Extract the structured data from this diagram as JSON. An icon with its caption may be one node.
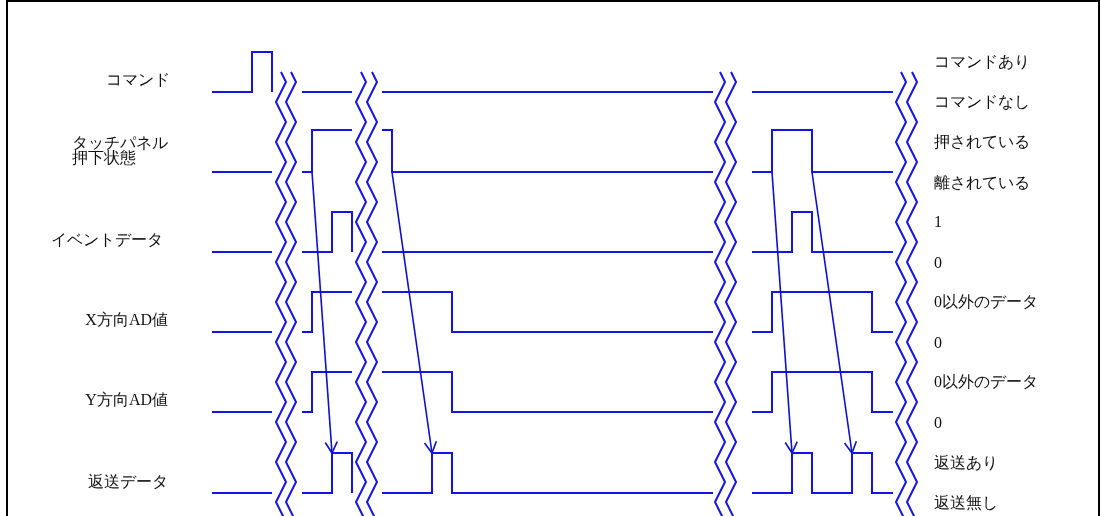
{
  "diagram": {
    "nodes": [
      {
        "text": [],
        "shape": "line"
      },
      {
        "text": [],
        "shape": "line"
      },
      {
        "text": [],
        "shape": "line"
      },
      {
        "text": [],
        "shape": "line"
      },
      {
        "text": [],
        "shape": "line"
      },
      {
        "text": [],
        "shape": "line"
      }
    ],
    "edges": [
      {
        "from": 0,
        "to": 3,
        "arrow": "to"
      },
      {
        "from": 1,
        "to": 4,
        "arrow": "to"
      },
      {
        "from": 2,
        "to": 5,
        "arrow": "to"
      },
      {
        "from": 2,
        "to": 5,
        "arrow": "to"
      }
    ],
    "labels": [
      "コマンドあり",
      "コマンド",
      "コマンドなし",
      "押されている",
      "タッチパネル押下状態",
      "離されている",
      "1",
      "イベントデータ",
      "0",
      "0以外のデータ",
      "X方向AD値",
      "0",
      "0以外のデータ",
      "Y方向AD値",
      "0",
      "返送あり",
      "返送データ",
      "返送無し"
    ]
  }
}
